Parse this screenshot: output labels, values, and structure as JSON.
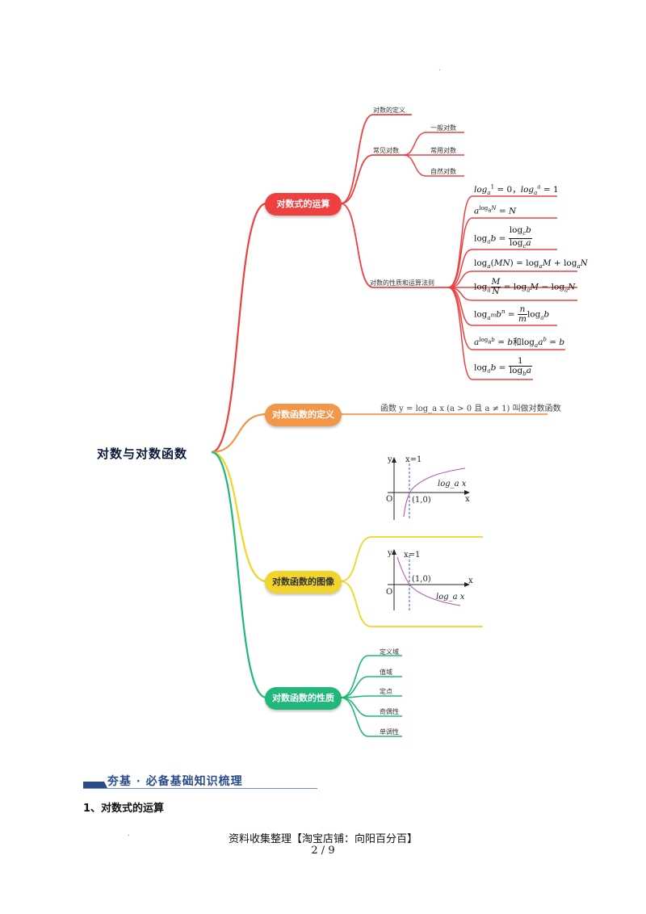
{
  "root": "对数与对数函数",
  "branches": {
    "ops": {
      "title": "对数式的运算",
      "color": "#ef4040",
      "definition": "对数的定义",
      "common": {
        "title": "常见对数",
        "items": [
          "一般对数",
          "常用对数",
          "自然对数"
        ]
      },
      "rules_title": "对数的性质和运算法则"
    },
    "def": {
      "title": "对数函数的定义",
      "color": "#f2964a",
      "text": "函数 y = log_a x (a > 0 且 a ≠ 1) 叫做对数函数"
    },
    "graph": {
      "title": "对数函数的图像",
      "color": "#f2d42a",
      "graph1": {
        "y": "y",
        "x": "x",
        "line": "x=1",
        "point": "(1,0)",
        "origin": "O",
        "curve": "log_a x",
        "type": "increasing"
      },
      "graph2": {
        "y": "y",
        "x": "x",
        "line": "x=1",
        "point": "(1,0)",
        "origin": "O",
        "curve": "log_a x",
        "type": "decreasing"
      }
    },
    "props": {
      "title": "对数函数的性质",
      "color": "#1fb87a",
      "items": [
        "定义域",
        "值域",
        "定点",
        "奇偶性",
        "单调性"
      ]
    }
  },
  "formulas": {
    "f1": "log_a 1 = 0，log_a a = 1",
    "f2": "a^(log_a N) = N",
    "f3": "log_a b = log_c b / log_c a",
    "f4": "log_a(MN) = log_a M + log_a N",
    "f5": "log_a (M/N) = log_a M − log_a N",
    "f6": "log_(a^m) b^n = (n/m) log_a b",
    "f7": "a^(log_a b) = b 和 log_a a^b = b",
    "f8": "log_a b = 1 / log_b a"
  },
  "section_title": "夯基 · 必备基础知识梳理",
  "heading": "1、对数式的运算",
  "footer": "资料收集整理【淘宝店铺：向阳百分百】",
  "page": "2 / 9",
  "marks": {
    "top_dot": ".",
    "bottom_dot": "."
  }
}
